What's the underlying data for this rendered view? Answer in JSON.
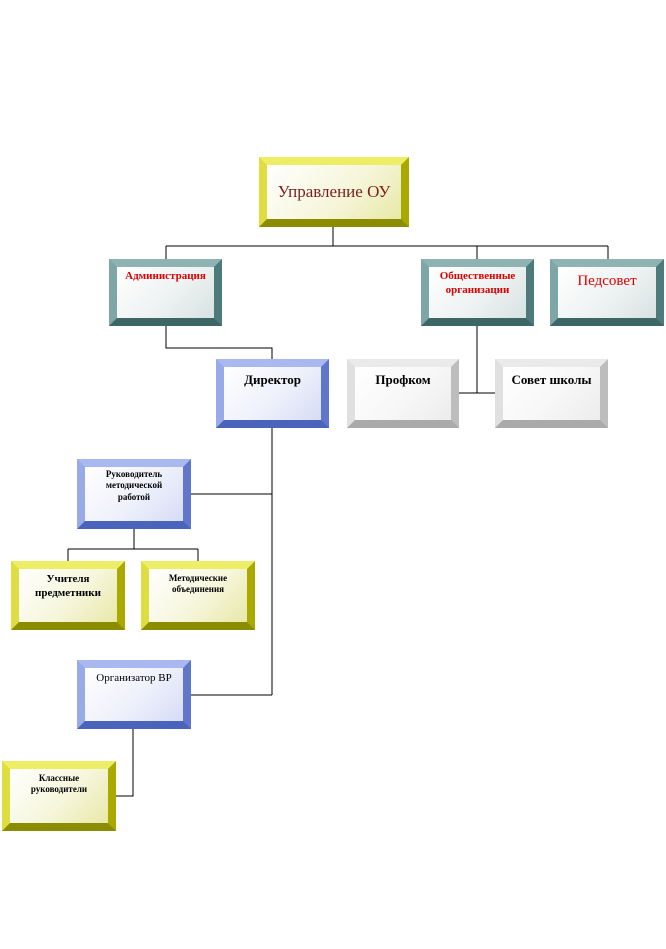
{
  "nodes": {
    "upravlenie": "Управление  ОУ",
    "administraciya": "Администрация",
    "obshchestvennye": "Общественные организации",
    "pedsovet": "Педсовет",
    "direktor": "Директор",
    "profkom": "Профком",
    "sovet_shkoly": "Совет школы",
    "rukovoditel": "Руководитель методической работой",
    "uchitelya": "Учителя предметники",
    "metodicheskie": "Методические объединения",
    "organizator": "Организатор ВР",
    "klassnye": "Классные руководители"
  },
  "colors": {
    "yellow_bevel": "#c8c81e",
    "teal_bevel": "#6a9999",
    "blue_bevel": "#7f93e0",
    "grey_bevel": "#d0d0d0",
    "red_text": "#e00000",
    "maroon_text": "#7a1f1f"
  }
}
